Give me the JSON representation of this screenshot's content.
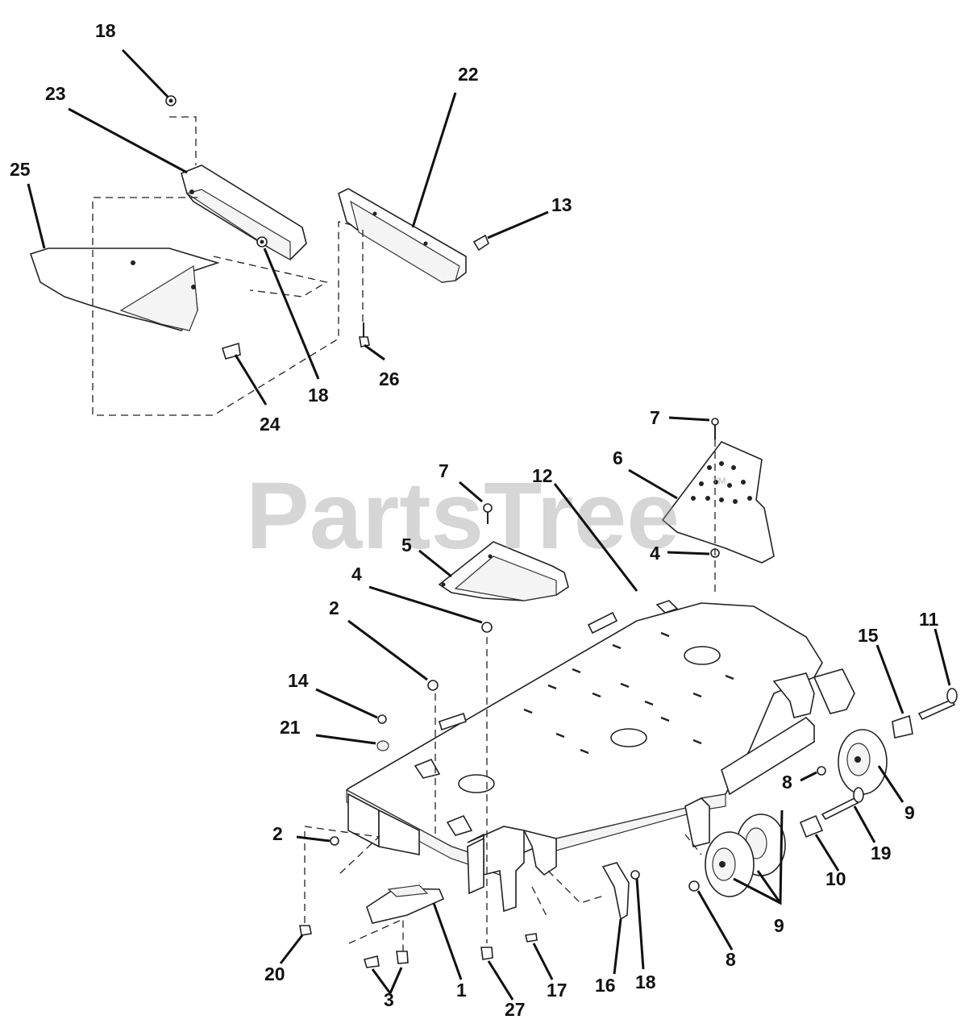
{
  "watermark": {
    "text": "PartsTree",
    "trademark": "™"
  },
  "callouts": [
    {
      "id": "c18a",
      "label": "18"
    },
    {
      "id": "c23",
      "label": "23"
    },
    {
      "id": "c25",
      "label": "25"
    },
    {
      "id": "c22",
      "label": "22"
    },
    {
      "id": "c13",
      "label": "13"
    },
    {
      "id": "c18b",
      "label": "18"
    },
    {
      "id": "c24",
      "label": "24"
    },
    {
      "id": "c26",
      "label": "26"
    },
    {
      "id": "c7a",
      "label": "7"
    },
    {
      "id": "c6",
      "label": "6"
    },
    {
      "id": "c7b",
      "label": "7"
    },
    {
      "id": "c12",
      "label": "12"
    },
    {
      "id": "c5",
      "label": "5"
    },
    {
      "id": "c4a",
      "label": "4"
    },
    {
      "id": "c4b",
      "label": "4"
    },
    {
      "id": "c2a",
      "label": "2"
    },
    {
      "id": "c14",
      "label": "14"
    },
    {
      "id": "c21",
      "label": "21"
    },
    {
      "id": "c2b",
      "label": "2"
    },
    {
      "id": "c11",
      "label": "11"
    },
    {
      "id": "c15",
      "label": "15"
    },
    {
      "id": "c9a",
      "label": "9"
    },
    {
      "id": "c8a",
      "label": "8"
    },
    {
      "id": "c19",
      "label": "19"
    },
    {
      "id": "c10",
      "label": "10"
    },
    {
      "id": "c9b",
      "label": "9"
    },
    {
      "id": "c8b",
      "label": "8"
    },
    {
      "id": "c20",
      "label": "20"
    },
    {
      "id": "c3",
      "label": "3"
    },
    {
      "id": "c1",
      "label": "1"
    },
    {
      "id": "c27",
      "label": "27"
    },
    {
      "id": "c17",
      "label": "17"
    },
    {
      "id": "c16",
      "label": "16"
    },
    {
      "id": "c18c",
      "label": "18"
    }
  ]
}
